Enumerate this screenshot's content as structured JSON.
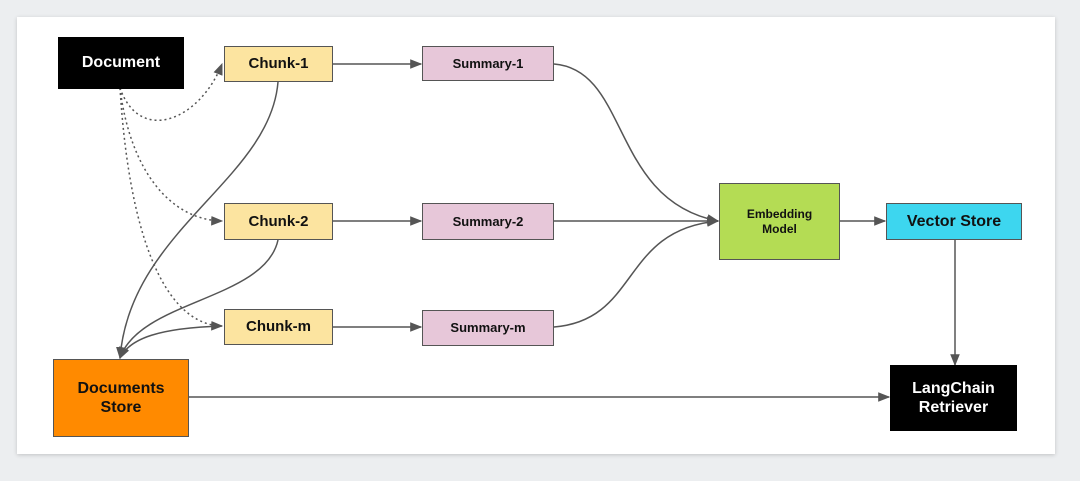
{
  "nodes": {
    "document": "Document",
    "chunk_1": "Chunk-1",
    "chunk_2": "Chunk-2",
    "chunk_m": "Chunk-m",
    "summary_1": "Summary-1",
    "summary_2": "Summary-2",
    "summary_m": "Summary-m",
    "embedding_model": "Embedding\nModel",
    "vector_store": "Vector Store",
    "documents_store": "Documents\nStore",
    "langchain_retriever": "LangChain\nRetriever"
  },
  "colors": {
    "black_box": "#000000",
    "chunk": "#fce4a0",
    "summary": "#e7c7d9",
    "embedding": "#b4dc54",
    "vector_store": "#3dd6ef",
    "documents_store": "#ff8a00",
    "connector": "#555555"
  }
}
